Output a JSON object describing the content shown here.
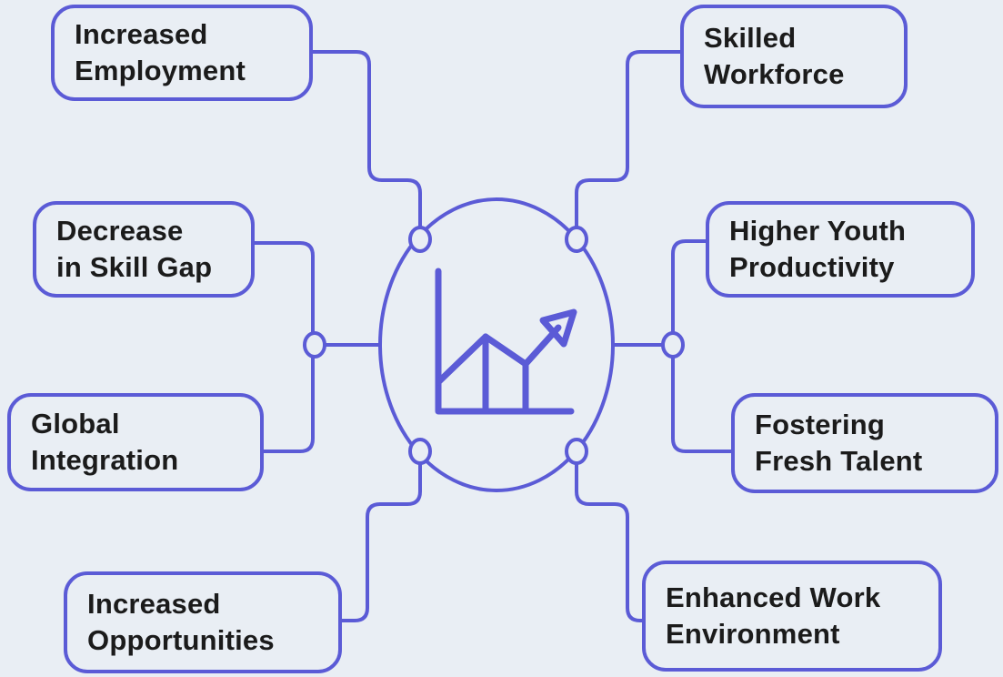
{
  "theme": {
    "background": "#e9eef4",
    "accent": "#5b5bd6",
    "text": "#1b1b1b"
  },
  "center": {
    "icon": "bar-chart-growth-arrow-icon"
  },
  "nodes": [
    {
      "id": "increased-employment",
      "lines": [
        "Increased",
        "Employment"
      ]
    },
    {
      "id": "skilled-workforce",
      "lines": [
        "Skilled",
        "Workforce"
      ]
    },
    {
      "id": "decrease-skill-gap",
      "lines": [
        "Decrease",
        "in Skill Gap"
      ]
    },
    {
      "id": "higher-youth-productivity",
      "lines": [
        "Higher Youth",
        "Productivity"
      ]
    },
    {
      "id": "global-integration",
      "lines": [
        "Global",
        "Integration"
      ]
    },
    {
      "id": "fostering-fresh-talent",
      "lines": [
        "Fostering",
        "Fresh Talent"
      ]
    },
    {
      "id": "increased-opportunities",
      "lines": [
        "Increased",
        "Opportunities"
      ]
    },
    {
      "id": "enhanced-work-environment",
      "lines": [
        "Enhanced Work",
        "Environment"
      ]
    }
  ]
}
